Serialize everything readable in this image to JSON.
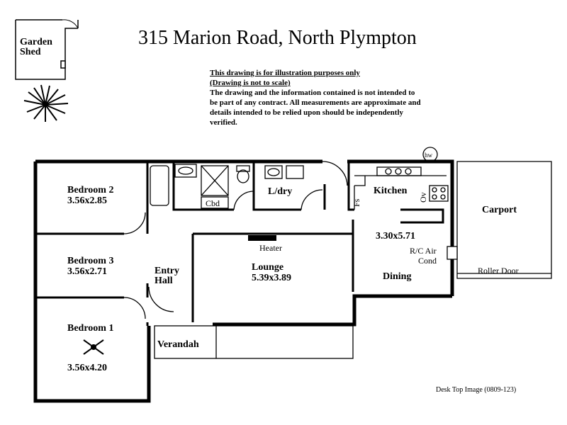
{
  "title": "315 Marion Road,  North Plympton",
  "shed": {
    "line1": "Garden",
    "line2": "Shed"
  },
  "disclaimer": {
    "line1": "This drawing is for illustration purposes only",
    "line2": "(Drawing is not to scale)",
    "body": "The drawing and the information contained is not intended to be part of any contract.  All measurements are approximate and details intended to be relied upon should be independently verified."
  },
  "rooms": {
    "bed2": {
      "name": "Bedroom 2",
      "dim": "3.56x2.85"
    },
    "bed3": {
      "name": "Bedroom 3",
      "dim": "3.56x2.71"
    },
    "bed1": {
      "name": "Bedroom 1",
      "dim": "3.56x4.20"
    },
    "entry": {
      "line1": "Entry",
      "line2": "Hall"
    },
    "lounge": {
      "name": "Lounge",
      "dim": "5.39x3.89"
    },
    "heater": "Heater",
    "ldry": "L/dry",
    "cbd": "Cbd",
    "kitchen": "Kitchen",
    "fs": "Fs",
    "ov": "Ov",
    "hw": "hw",
    "kitchen_dim": "3.30x5.71",
    "dining": "Dining",
    "aircon": {
      "line1": "R/C Air",
      "line2": "Cond"
    },
    "carport": "Carport",
    "roller": "Roller Door",
    "verandah": "Verandah"
  },
  "footer": "Desk Top Image  (0809-123)"
}
